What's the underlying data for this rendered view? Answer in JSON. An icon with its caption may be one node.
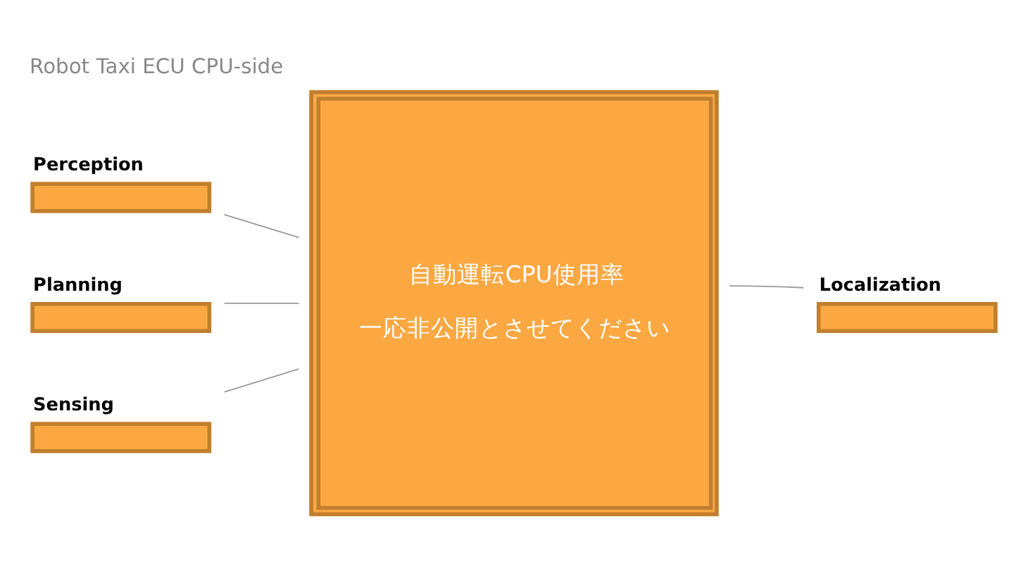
{
  "diagram": {
    "title": "Robot Taxi ECU CPU-side",
    "nodes": [
      {
        "text": [
          "Perception"
        ]
      },
      {
        "text": [
          "Planning"
        ]
      },
      {
        "text": [
          "自動運転CPU使用率",
          "一応非公開とさせてください"
        ]
      },
      {
        "text": [
          "Localization"
        ]
      },
      {
        "text": [
          "Sensing"
        ]
      }
    ],
    "edges": [
      {
        "from": 0,
        "to": 2,
        "arrow": "none"
      },
      {
        "from": 1,
        "to": 2,
        "arrow": "none"
      },
      {
        "from": 3,
        "to": 2,
        "arrow": "none"
      },
      {
        "from": 4,
        "to": 2,
        "arrow": "none"
      }
    ]
  }
}
